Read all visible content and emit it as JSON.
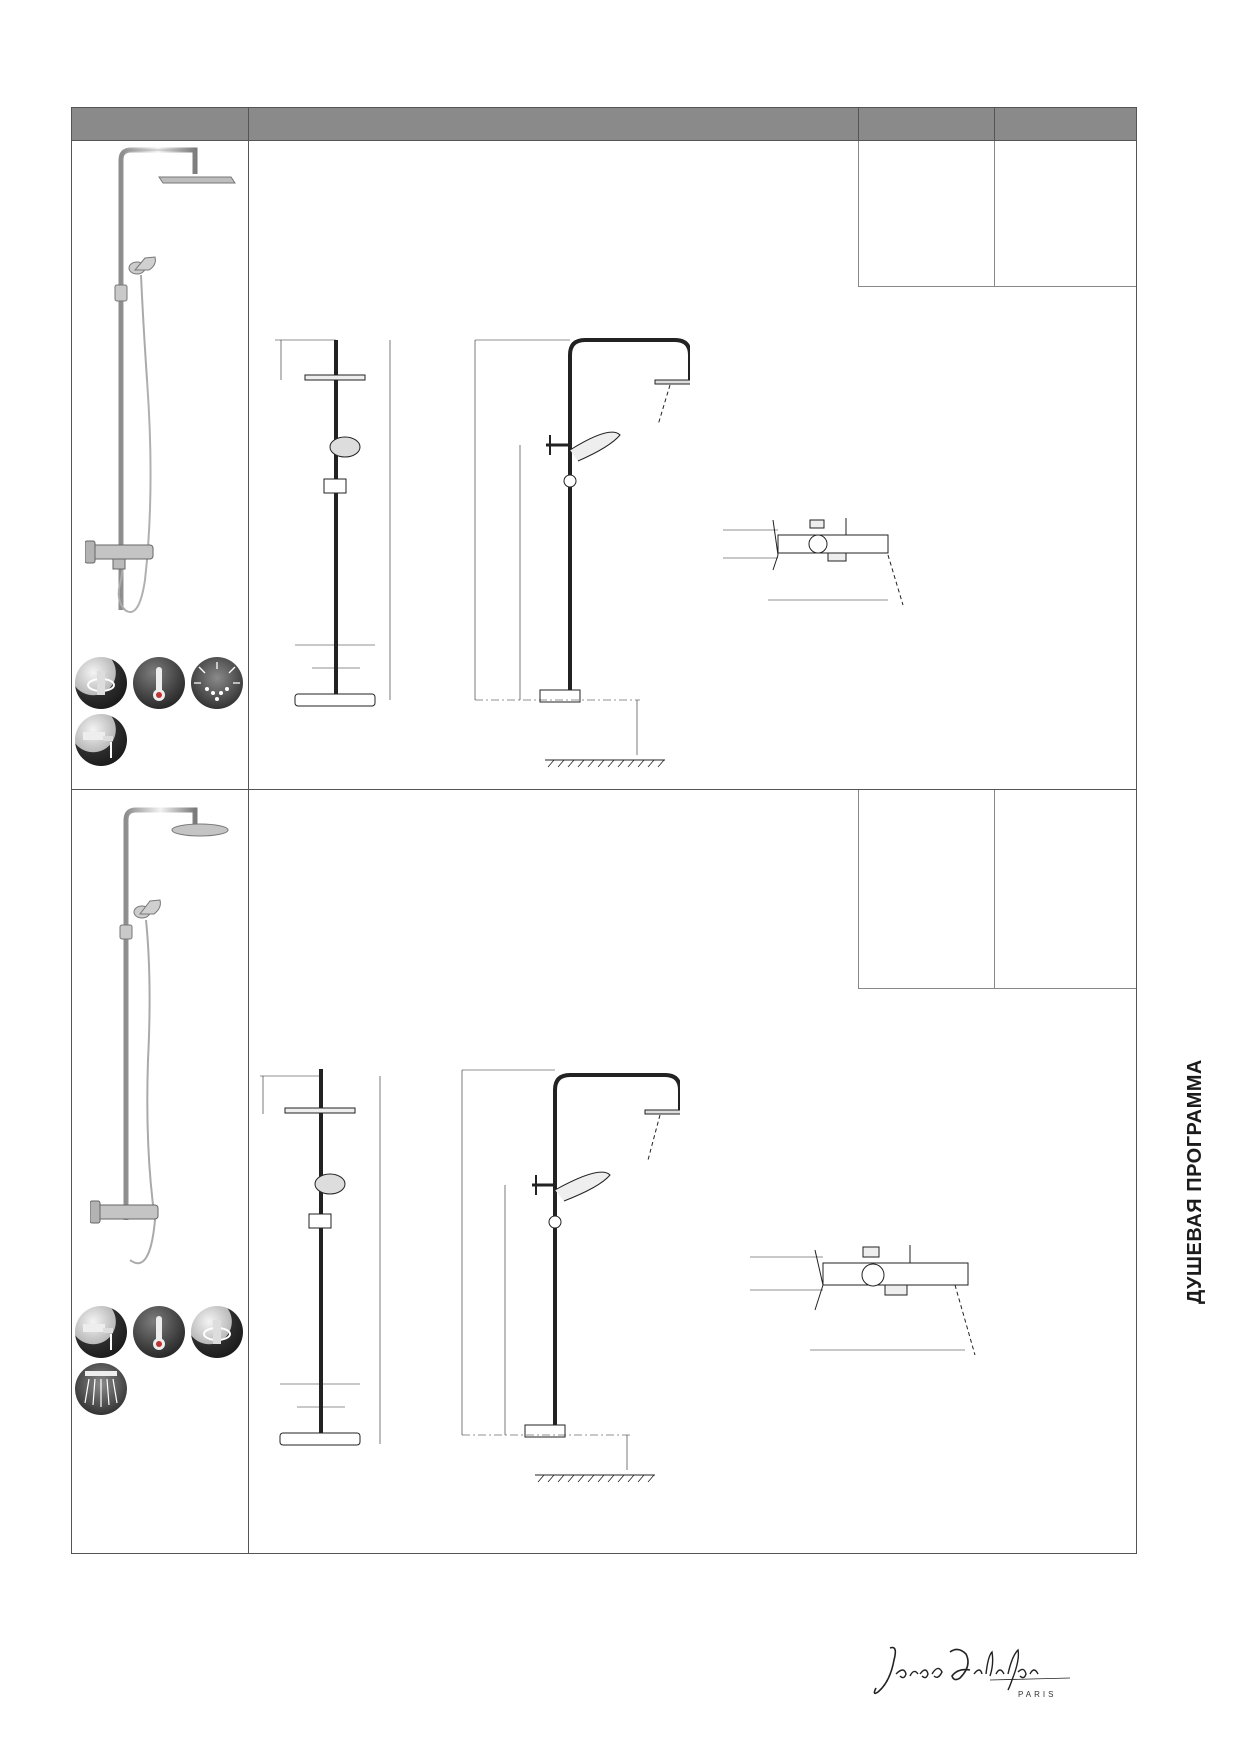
{
  "side_label": "ДУШЕВАЯ ПРОГРАММА",
  "brand": {
    "logo_text": "Jacob Delafon",
    "city": "PARIS"
  },
  "table": {
    "header_color": "#8a8a8a",
    "rows": [
      {
        "product_icons": [
          "rotation-selector-icon",
          "thermostat-icon",
          "spray-pattern-icon",
          "bath-spout-icon"
        ],
        "photo": "shower-column-square-head",
        "drawings": [
          "front-view-drawing",
          "side-view-drawing",
          "bath-mixer-drawing"
        ]
      },
      {
        "product_icons": [
          "bath-spout-icon",
          "thermostat-icon",
          "rotation-selector-icon",
          "rain-spray-icon"
        ],
        "photo": "shower-column-round-head",
        "drawings": [
          "front-view-drawing",
          "side-view-drawing",
          "bath-mixer-drawing"
        ]
      }
    ]
  }
}
